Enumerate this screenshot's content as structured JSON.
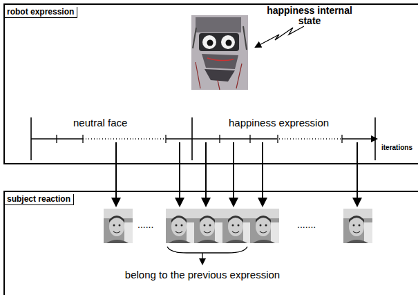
{
  "diagram": {
    "nodes": [
      {
        "text": [
          "robot expression"
        ]
      },
      {
        "text": [
          "subject reaction"
        ]
      }
    ],
    "labels": [
      "happiness internal state",
      "neutral face",
      "happiness expression",
      "iterations",
      "......",
      ".......",
      "belong to the previous expression"
    ]
  }
}
